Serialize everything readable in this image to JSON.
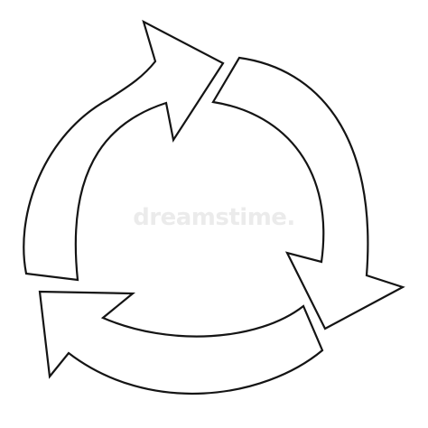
{
  "image": {
    "subject": "recycle-arrows-icon",
    "style": "outline",
    "arrow_count": 3,
    "colors": {
      "stroke": "#141414",
      "fill": "#ffffff",
      "background": "#ffffff"
    }
  },
  "watermark": {
    "text": "dreamstime."
  }
}
